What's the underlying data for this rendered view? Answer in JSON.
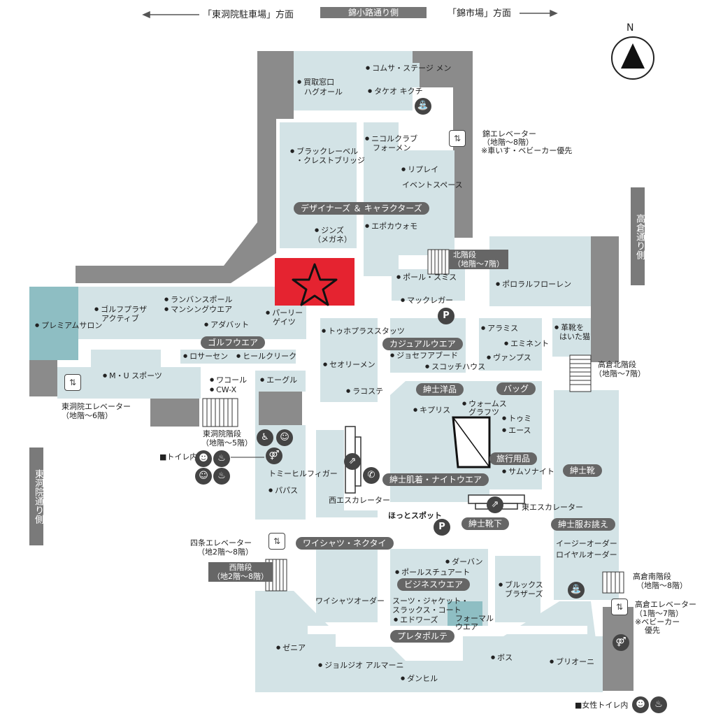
{
  "colors": {
    "floor": "#d3e3e6",
    "wall": "#8b8b8b",
    "corridor": "#ffffff",
    "highlight": "#e52330",
    "teal": "#8ebec3",
    "label_bg": "#666666"
  },
  "header": {
    "left_direction": "「東洞院駐車場」方面",
    "top_street": "錦小路通り側",
    "right_direction": "「錦市場」方面"
  },
  "compass": {
    "label": "N"
  },
  "streets": {
    "right": "高倉通り側",
    "left": "東洞院通り側"
  },
  "elevators": {
    "nishiki": "錦エレベーター",
    "nishiki_range": "（地階〜8階）",
    "nishiki_note": "※車いす・ベビーカー優先",
    "higashinotoin": "東洞院エレベーター",
    "higashinotoin_range": "（地階〜6階）",
    "shijo": "四条エレベーター",
    "shijo_range": "（地2階〜8階）",
    "takakura": "高倉エレベーター",
    "takakura_range": "（1階〜7階）",
    "takakura_note": "※ベビーカー",
    "takakura_note2": "優先"
  },
  "stairs": {
    "north": "北階段",
    "north_range": "（地階〜7階）",
    "takakura_north": "高倉北階段",
    "takakura_north_range": "（地階〜7階）",
    "higashinotoin": "東洞院階段",
    "higashinotoin_range": "（地階〜5階）",
    "west": "西階段",
    "west_range": "（地2階〜8階）",
    "takakura_south": "高倉南階段",
    "takakura_south_range": "（地階〜8階）"
  },
  "escalators": {
    "west": "西エスカレーター",
    "east": "東エスカレーター"
  },
  "toilets": {
    "inside": "■トイレ内",
    "women_inside": "■女性トイレ内"
  },
  "hotspot": "ほっとスポット",
  "categories": {
    "designers": "デザイナーズ ＆ キャラクターズ",
    "golf": "ゴルフウエア",
    "casual": "カジュアルウエア",
    "mens_fashion": "紳士洋品",
    "bags": "バッグ",
    "travel": "旅行用品",
    "mens_shoes": "紳士靴",
    "underwear": "紳士肌着・ナイトウエア",
    "socks": "紳士靴下",
    "order_suit": "紳士服お誂え",
    "shirts": "ワイシャツ・ネクタイ",
    "business": "ビジネスウエア",
    "pret": "プレタポルテ"
  },
  "shops": {
    "kaitori": "買取窓口",
    "hugall": "ハグオール",
    "comme_ca": "コムサ・ステージ メン",
    "takeo": "タケオ キクチ",
    "black_label": "ブラックレーベル",
    "crestbridge": "・クレストブリッジ",
    "nicole": "ニコルクラブ",
    "nicole2": "フォーメン",
    "replay": "リプレイ",
    "event": "イベントスペース",
    "jins": "ジンズ",
    "megane": "（メガネ）",
    "epoca": "エポカウォモ",
    "paul": "ポール・スミス",
    "polo": "ポロラルフローレン",
    "mcgregor": "マックレガー",
    "lanvin": "ランバンスポール",
    "munsing": "マンシングウエア",
    "golfplaza": "ゴルフプラザ",
    "golfplaza2": "アクティブ",
    "premium": "プレミアムサロン",
    "adabat": "アダバット",
    "pearly": "パーリー",
    "pearly2": "ゲイツ",
    "tough": "トゥホプラススタッツ",
    "aramis": "アラミス",
    "kawagutsu": "革靴を",
    "kawagutsu2": "はいた猫",
    "rossa": "ロサーセン",
    "heel": "ヒールクリーク",
    "joseph": "ジョセフアブード",
    "scotch": "スコッチハウス",
    "eminent": "エミネント",
    "vanpus": "ヴァンプス",
    "seori": "セオリーメン",
    "mu": "M・U スポーツ",
    "wacoal": "ワコール",
    "cwx": "CW-X",
    "eagle": "エーグル",
    "lacoste": "ラコステ",
    "kiplis": "キプリス",
    "wolmes": "ウォームス",
    "wolmes2": "グラフツ",
    "toumi": "トゥミ",
    "ace": "エース",
    "samsonite": "サムソナイト",
    "tommy": "トミーヒルフィガー",
    "papas": "パパス",
    "easy": "イージーオーダー",
    "royal": "ロイヤルオーダー",
    "durban": "ダーバン",
    "paulst": "ポールスチュアート",
    "brooks": "ブルックス",
    "brooks2": "ブラザーズ",
    "shirts_order": "ワイシャツオーダー",
    "suits": "スーツ・ジャケット・",
    "suits2": "スラックス・コート",
    "edwards": "エドワーズ",
    "formal": "フォーマル",
    "formal2": "ウエア",
    "zegna": "ゼニア",
    "armani": "ジョルジオ アルマーニ",
    "boss": "ボス",
    "brioni": "ブリオーニ",
    "daks": "ダンヒル"
  }
}
